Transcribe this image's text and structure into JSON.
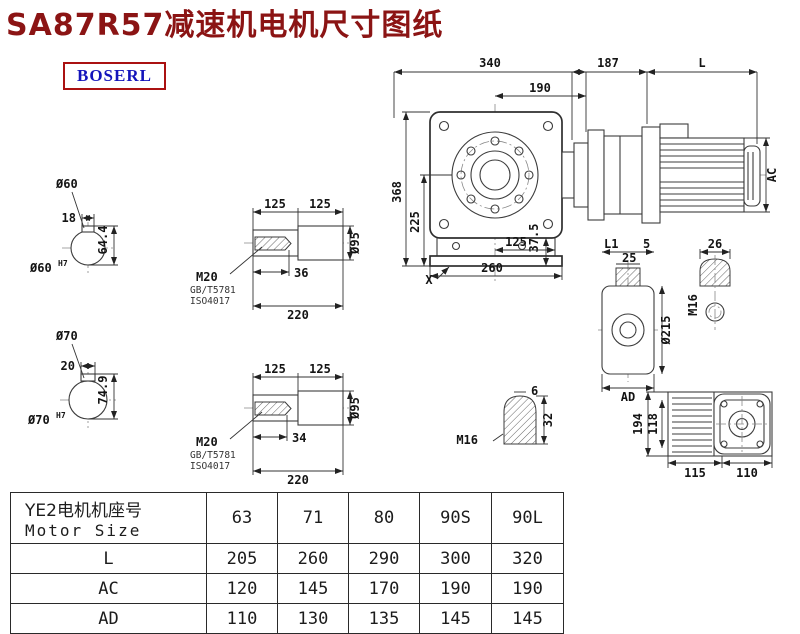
{
  "page": {
    "title": "SA87R57减速机电机尺寸图纸",
    "logo": "BOSERL"
  },
  "dims": {
    "gearbox": {
      "w340": "340",
      "w190": "190",
      "h368": "368",
      "h225": "225",
      "h37_5": "37.5",
      "b125": "125",
      "b260": "260",
      "x_mark": "X"
    },
    "motor": {
      "d187": "187",
      "len_l": "L",
      "ac": "AC"
    },
    "side_view": {
      "l1": "L1",
      "d5": "5",
      "d25": "25",
      "dia215": "Ø215",
      "ad": "AD"
    },
    "shaft_end": {
      "d26": "26",
      "m16": "M16"
    },
    "key_section": {
      "d6": "6",
      "d32": "32",
      "m16": "M16"
    },
    "rear_view": {
      "h194": "194",
      "h118": "118",
      "w115": "115",
      "w110": "110"
    },
    "bore60": {
      "dia": "Ø60",
      "key_w": "18",
      "key_h": "64.4",
      "fit": "Ø60",
      "fit_sup": "H7"
    },
    "bore70": {
      "dia": "Ø70",
      "key_w": "20",
      "key_h": "74.9",
      "fit": "Ø70",
      "fit_sup": "H7"
    },
    "shaft1": {
      "seg1": "125",
      "seg2": "125",
      "thread": "M20",
      "std1": "GB/T5781",
      "std2": "ISO4017",
      "depth": "36",
      "length": "220",
      "dia": "Ø95"
    },
    "shaft2": {
      "seg1": "125",
      "seg2": "125",
      "thread": "M20",
      "std1": "GB/T5781",
      "std2": "ISO4017",
      "depth": "34",
      "length": "220",
      "dia": "Ø95"
    }
  },
  "table": {
    "header_cn": "YE2电机机座号",
    "header_en": "Motor Size",
    "columns": [
      "63",
      "71",
      "80",
      "90S",
      "90L"
    ],
    "rows": [
      {
        "label": "L",
        "values": [
          "205",
          "260",
          "290",
          "300",
          "320"
        ]
      },
      {
        "label": "AC",
        "values": [
          "120",
          "145",
          "170",
          "190",
          "190"
        ]
      },
      {
        "label": "AD",
        "values": [
          "110",
          "130",
          "135",
          "145",
          "145"
        ]
      }
    ]
  }
}
